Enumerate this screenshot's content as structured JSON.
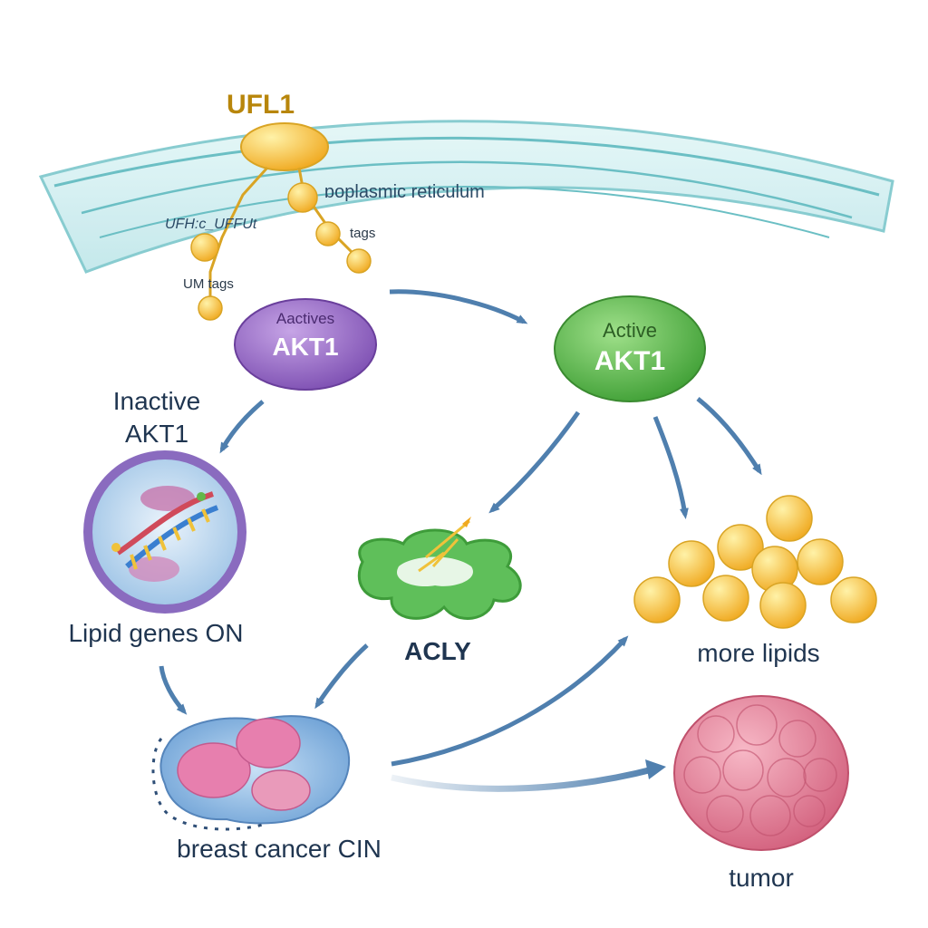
{
  "labels": {
    "ufl1": "UFL1",
    "er": "ɒoplasmic reticulum",
    "ufm_tangle": "UFH:c_UFFUt",
    "tags_right": "tags",
    "um_tags": "UM tags",
    "akt1_left_top": "Aactives",
    "akt1_left_main": "AKT1",
    "akt1_right_top": "Active",
    "akt1_right_main": "AKT1",
    "inactive_line1": "Inactive",
    "inactive_line2": "AKT1",
    "lipid_genes": "Lipid genes ON",
    "acly": "ACLY",
    "more_lipids": "more lipids",
    "breast_cancer": "breast cancer CIN",
    "tumor": "tumor"
  },
  "colors": {
    "er_fill": "#cfeff0",
    "er_stroke": "#6bbfc4",
    "ufl1_text": "#b8860b",
    "ufm_bead": "#f5c542",
    "akt1_inactive": "#9b6bc4",
    "akt1_active": "#5cbf4a",
    "arrow": "#4f7fae",
    "acly": "#5fbf5a",
    "lipid": "#f6c43a",
    "nucleus_ring": "#8a6bbf",
    "cell_fill": "#a9cdee",
    "cell_nucleus": "#e77fae",
    "tumor": "#e88a9f",
    "text_dark": "#1f3550"
  }
}
